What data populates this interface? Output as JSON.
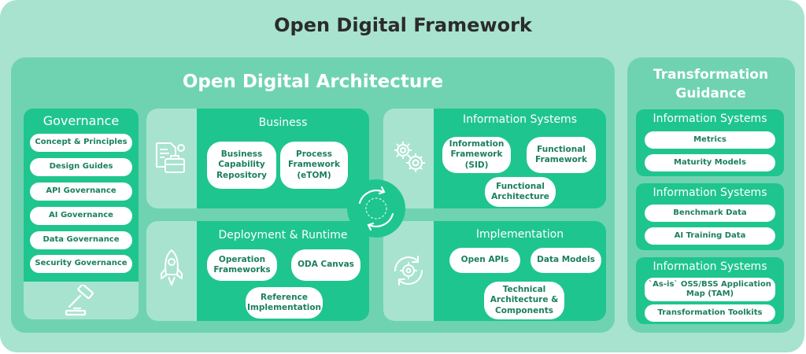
{
  "title": "Open Digital Framework",
  "oda": {
    "title": "Open Digital Architecture"
  },
  "governance": {
    "title": "Governance",
    "items": [
      "Concept & Principles",
      "Design Guides",
      "API Governance",
      "AI Governance",
      "Data Governance",
      "Security Governance"
    ]
  },
  "business": {
    "title": "Business",
    "items": [
      "Business Capability Repository",
      "Process Framework (eTOM)"
    ]
  },
  "information_systems": {
    "title": "Information Systems",
    "items": [
      "Information Framework (SID)",
      "Functional Framework",
      "Functional Architecture"
    ]
  },
  "deployment": {
    "title": "Deployment & Runtime",
    "items": [
      "Operation Frameworks",
      "ODA Canvas",
      "Reference Implementation"
    ]
  },
  "implementation": {
    "title": "Implementation",
    "items": [
      "Open APIs",
      "Data Models",
      "Technical Architecture & Components"
    ]
  },
  "transformation": {
    "title": "Transformation Guidance",
    "boxes": [
      {
        "title": "Information Systems",
        "items": [
          "Metrics",
          "Maturity Models"
        ]
      },
      {
        "title": "Information Systems",
        "items": [
          "Benchmark Data",
          "AI Training Data"
        ]
      },
      {
        "title": "Information Systems",
        "items": [
          "`As-is` OSS/BSS Application Map (TAM)",
          "Transformation Toolkits"
        ]
      }
    ]
  },
  "icons": {
    "governance": "gavel-icon",
    "business": "document-briefcase-icon",
    "information_systems": "gears-icon",
    "deployment": "rocket-icon",
    "implementation": "gear-cycle-icon",
    "center": "lifecycle-icon"
  },
  "colors": {
    "outer": "#a8e3d0",
    "panel": "#6fd3b1",
    "box": "#1fc58e",
    "title": "#2b2b2b",
    "pill_text": "#1a7f5e"
  }
}
